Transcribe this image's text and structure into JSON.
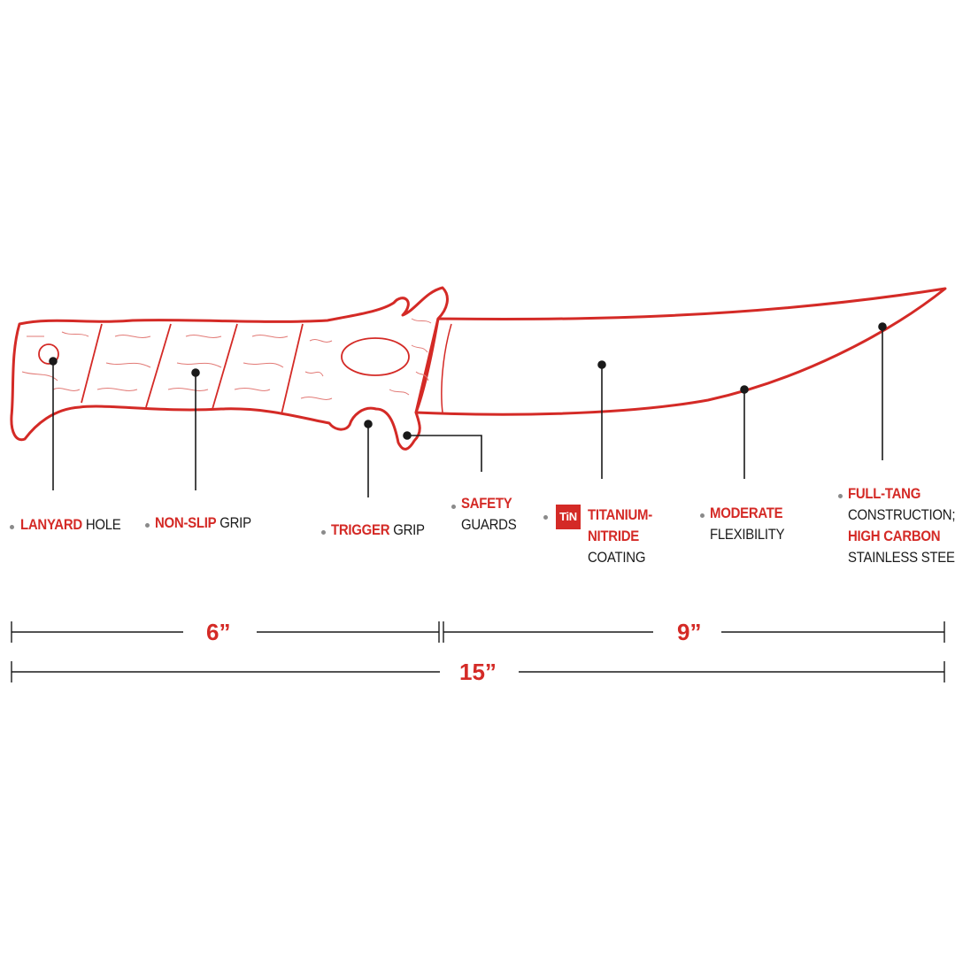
{
  "colors": {
    "accent": "#d42a26",
    "text": "#1a1a1a",
    "callout": "#1a1a1a"
  },
  "features": [
    {
      "id": "lanyard",
      "highlight": "LANYARD",
      "text": "HOLE"
    },
    {
      "id": "nonslip",
      "highlight": "NON-SLIP",
      "text": "GRIP"
    },
    {
      "id": "trigger",
      "highlight": "TRIGGER",
      "text": "GRIP"
    },
    {
      "id": "safety",
      "highlight": "SAFETY",
      "text": "GUARDS"
    },
    {
      "id": "coating",
      "badge": "TiN",
      "highlight1": "TITANIUM-",
      "highlight2": "NITRIDE",
      "text": "COATING"
    },
    {
      "id": "flex",
      "highlight": "MODERATE",
      "text": "FLEXIBILITY"
    },
    {
      "id": "tang",
      "highlight1": "FULL-TANG",
      "text1": "CONSTRUCTION;",
      "highlight2": "HIGH CARBON",
      "text2": "STAINLESS STEEL"
    }
  ],
  "dimensions": {
    "handle": "6”",
    "blade": "9”",
    "overall": "15”"
  }
}
